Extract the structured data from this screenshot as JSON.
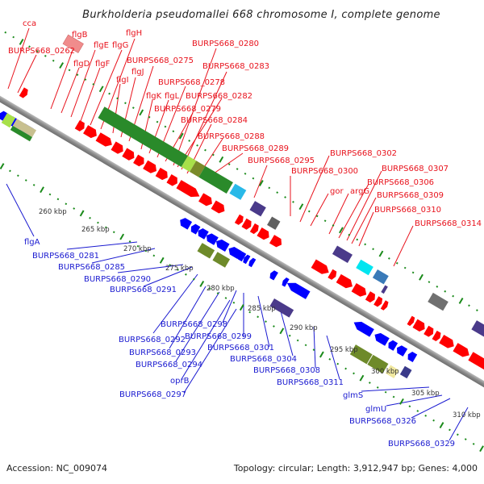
{
  "title": "Burkholderia pseudomallei 668 chromosome I, complete genome",
  "footer": {
    "accession": "Accession: NC_009074",
    "summary": "Topology: circular; Length: 3,912,947 bp; Genes: 4,000"
  },
  "colors": {
    "forward_label": "#e8121c",
    "reverse_label": "#1a1ad0",
    "backbone": "#8c8c8c",
    "tick": "#1a8a1a",
    "fwd_cds": "#ff0000",
    "rev_cds": "#0000ff"
  },
  "scale_ticks": [
    "260 kbp",
    "265 kbp",
    "270 kbp",
    "275 kbp",
    "280 kbp",
    "285 kbp",
    "290 kbp",
    "295 kbp",
    "300 kbp",
    "305 kbp",
    "310 kbp"
  ],
  "forward_labels": [
    {
      "text": "cca"
    },
    {
      "text": "BURPS668_0262"
    },
    {
      "text": "flgB"
    },
    {
      "text": "flgD"
    },
    {
      "text": "flgE"
    },
    {
      "text": "flgF"
    },
    {
      "text": "flgG"
    },
    {
      "text": "flgH"
    },
    {
      "text": "flgI"
    },
    {
      "text": "flgJ"
    },
    {
      "text": "BURPS668_0275"
    },
    {
      "text": "flgK"
    },
    {
      "text": "flgL"
    },
    {
      "text": "BURPS668_0278"
    },
    {
      "text": "BURPS668_0279"
    },
    {
      "text": "BURPS668_0280"
    },
    {
      "text": "BURPS668_0282"
    },
    {
      "text": "BURPS668_0283"
    },
    {
      "text": "BURPS668_0284"
    },
    {
      "text": "BURPS668_0288"
    },
    {
      "text": "BURPS668_0289"
    },
    {
      "text": "BURPS668_0295"
    },
    {
      "text": "BURPS668_0300"
    },
    {
      "text": "BURPS668_0302"
    },
    {
      "text": "gor"
    },
    {
      "text": "argG"
    },
    {
      "text": "BURPS668_0306"
    },
    {
      "text": "BURPS668_0307"
    },
    {
      "text": "BURPS668_0309"
    },
    {
      "text": "BURPS668_0310"
    },
    {
      "text": "BURPS668_0314"
    }
  ],
  "reverse_labels": [
    {
      "text": "flgA"
    },
    {
      "text": "BURPS668_0281"
    },
    {
      "text": "BURPS668_0285"
    },
    {
      "text": "BURPS668_0290"
    },
    {
      "text": "BURPS668_0291"
    },
    {
      "text": "BURPS668_0292"
    },
    {
      "text": "BURPS668_0293"
    },
    {
      "text": "BURPS668_0294"
    },
    {
      "text": "oprB"
    },
    {
      "text": "BURPS668_0297"
    },
    {
      "text": "BURPS668_0298"
    },
    {
      "text": "BURPS668_0299"
    },
    {
      "text": "BURPS668_0301"
    },
    {
      "text": "BURPS668_0304"
    },
    {
      "text": "BURPS668_0308"
    },
    {
      "text": "BURPS668_0311"
    },
    {
      "text": "glmS"
    },
    {
      "text": "glmU"
    },
    {
      "text": "BURPS668_0326"
    },
    {
      "text": "BURPS668_0329"
    }
  ]
}
